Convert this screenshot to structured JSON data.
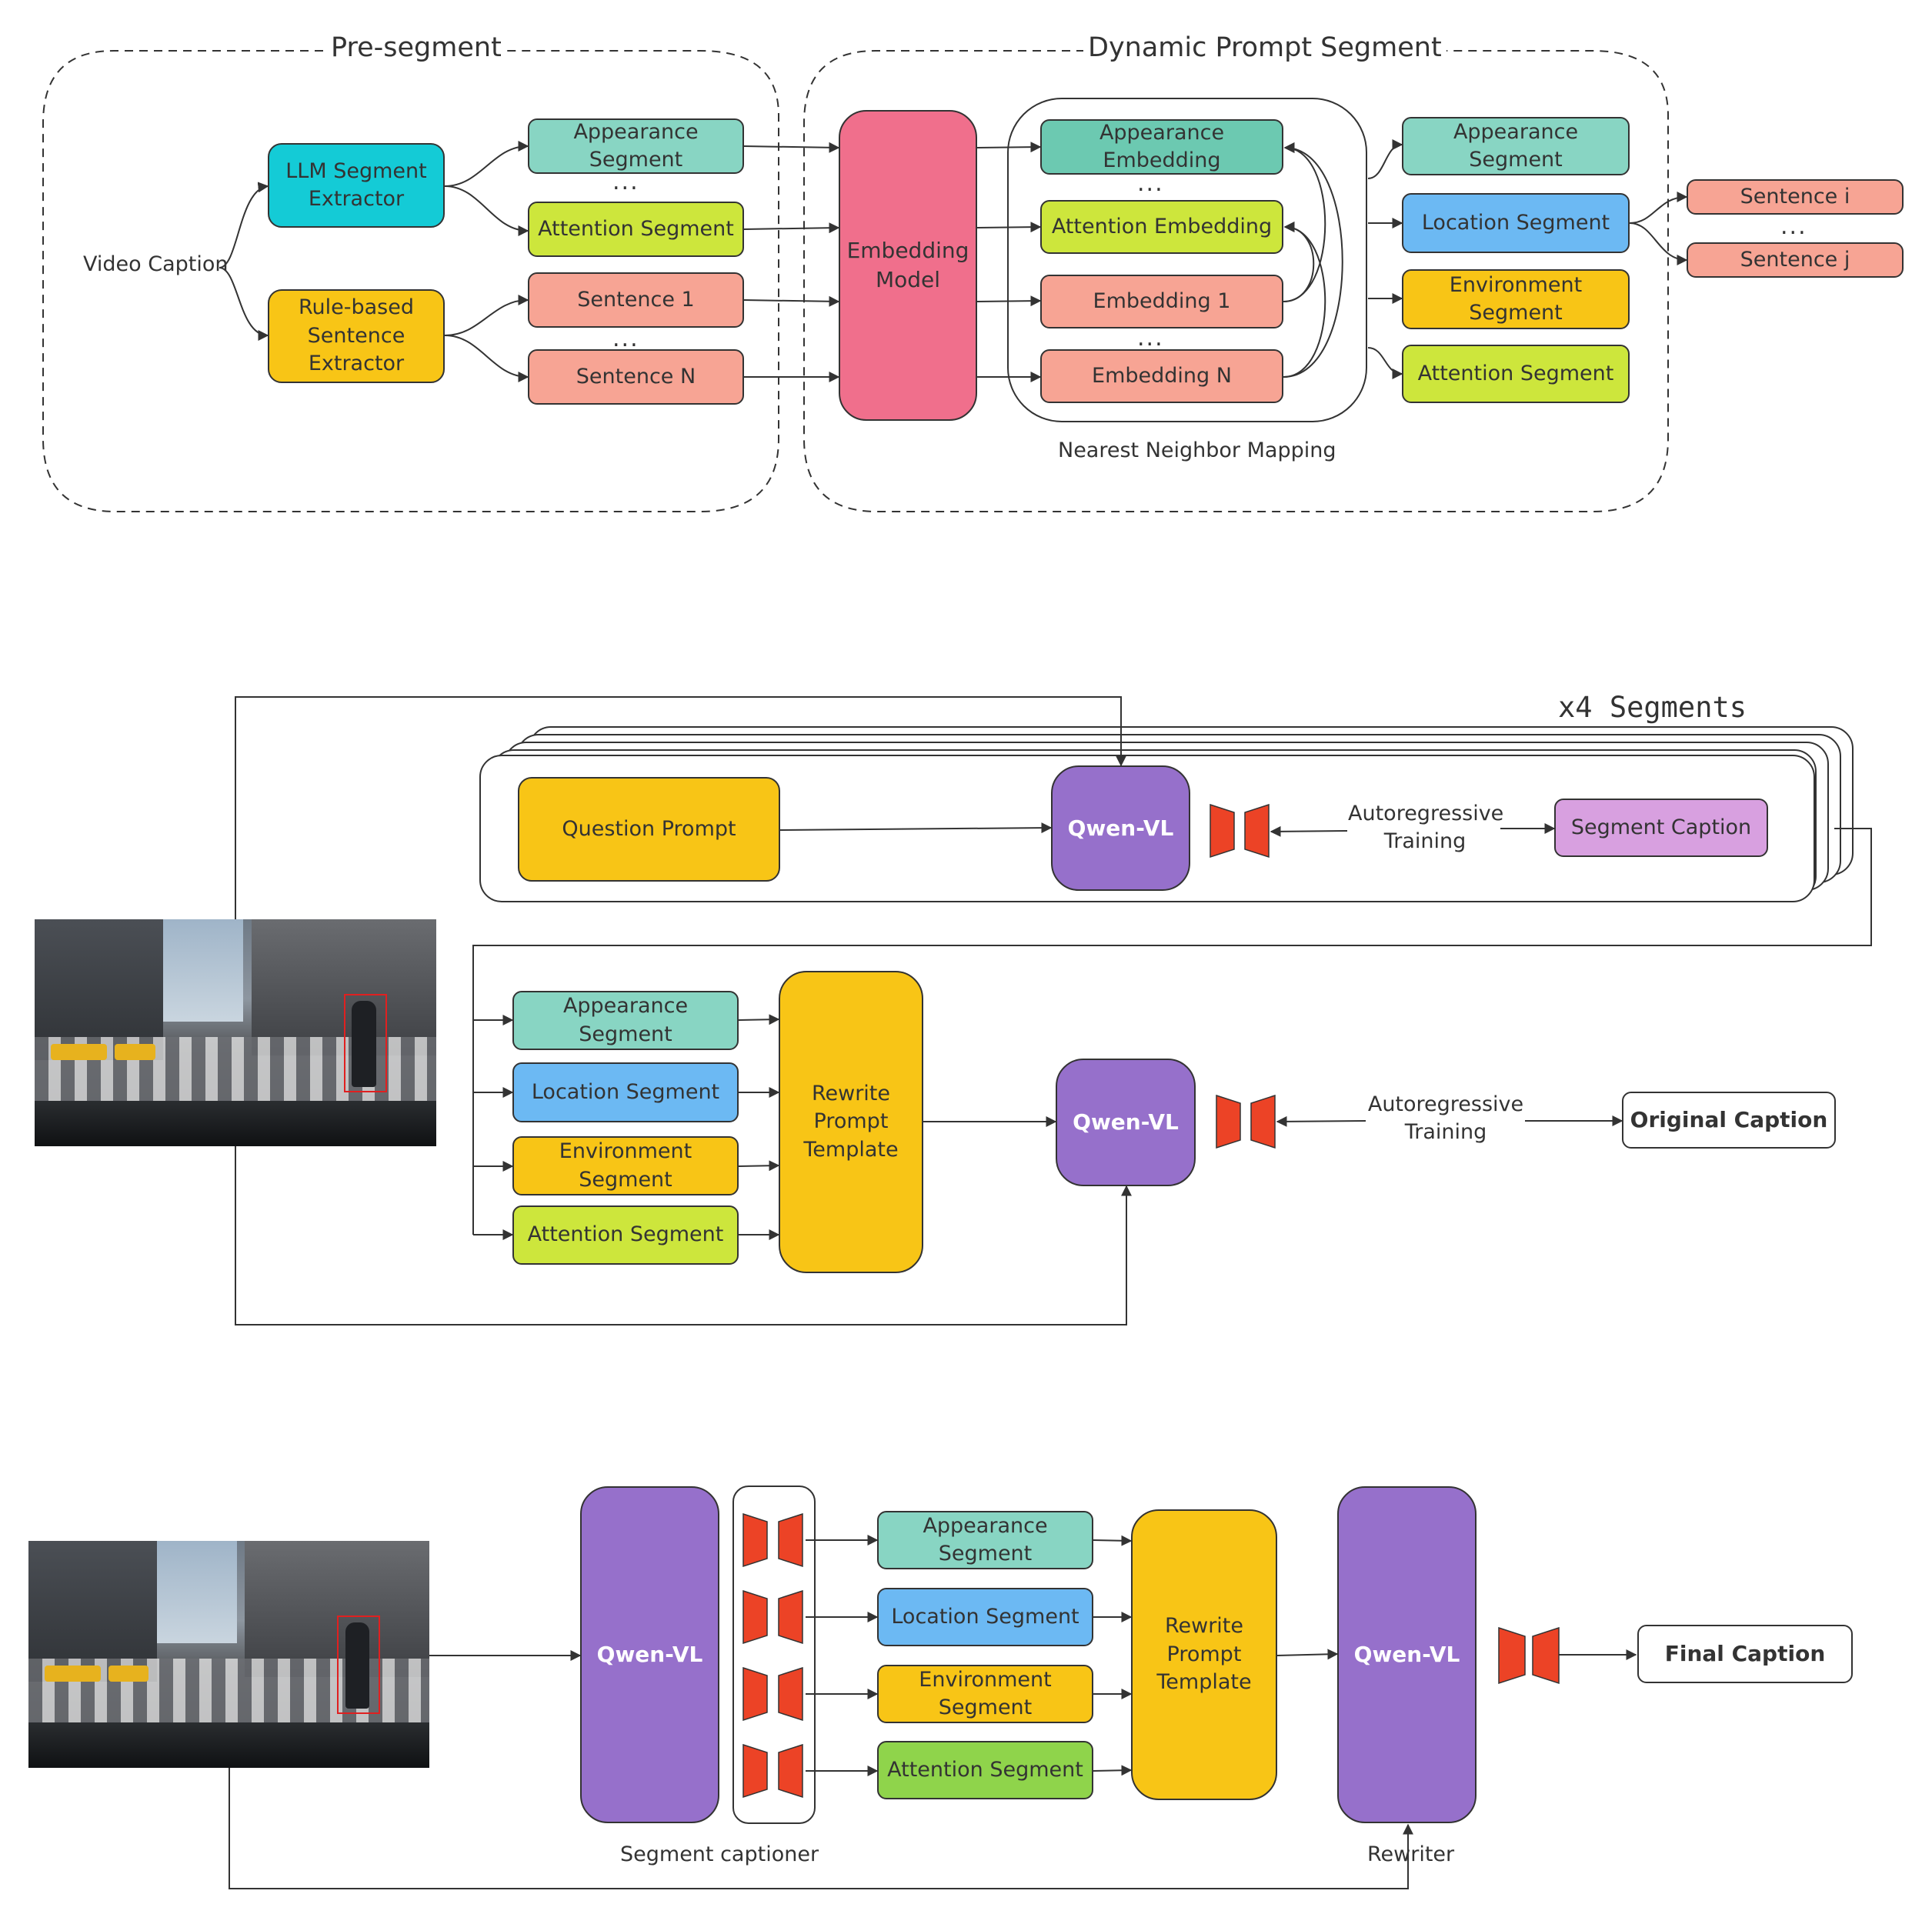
{
  "top": {
    "pre_segment_title": "Pre-segment",
    "dynamic_title": "Dynamic Prompt Segment",
    "video_caption": "Video Caption",
    "llm_extractor": "LLM Segment\nExtractor",
    "rule_extractor": "Rule-based\nSentence\nExtractor",
    "appearance_segment": "Appearance Segment",
    "attention_segment": "Attention Segment",
    "sentence_1": "Sentence 1",
    "sentence_n": "Sentence N",
    "embedding_model": "Embedding\nModel",
    "appearance_embedding": "Appearance Embedding",
    "attention_embedding": "Attention Embedding",
    "embedding_1": "Embedding 1",
    "embedding_n": "Embedding N",
    "nn_mapping": "Nearest Neighbor Mapping",
    "out_appearance": "Appearance Segment",
    "out_location": "Location Segment",
    "out_environment": "Environment Segment",
    "out_attention": "Attention Segment",
    "sentence_i": "Sentence i",
    "sentence_j": "Sentence j",
    "ellipsis": "..."
  },
  "middle": {
    "x4_segments": "x4 Segments",
    "question_prompt": "Question Prompt",
    "qwen_vl_1": "Qwen-VL",
    "autoregressive_1": "Autoregressive\nTraining",
    "segment_caption": "Segment Caption",
    "appearance_segment": "Appearance Segment",
    "location_segment": "Location Segment",
    "environment_segment": "Environment Segment",
    "attention_segment": "Attention Segment",
    "rewrite_template": "Rewrite\nPrompt\nTemplate",
    "qwen_vl_2": "Qwen-VL",
    "autoregressive_2": "Autoregressive\nTraining",
    "original_caption": "Original Caption"
  },
  "bottom": {
    "qwen_vl_1": "Qwen-VL",
    "segment_captioner": "Segment captioner",
    "appearance_segment": "Appearance Segment",
    "location_segment": "Location Segment",
    "environment_segment": "Environment Segment",
    "attention_segment": "Attention Segment",
    "rewrite_template": "Rewrite\nPrompt\nTemplate",
    "qwen_vl_2": "Qwen-VL",
    "rewriter": "Rewriter",
    "final_caption": "Final Caption"
  },
  "colors": {
    "teal": "#88d5c3",
    "teal_dark": "#6cc9b1",
    "lime": "#cde63c",
    "salmon": "#f7a494",
    "pink": "#f06f8c",
    "cyan": "#14cbd6",
    "yellow": "#f8c516",
    "blue": "#6cb9f3",
    "green": "#8fd44b",
    "purple": "#9670cb",
    "lavender": "#d8a0e0",
    "decoder_red": "#ec4326"
  },
  "icons": {
    "decoder": "hourglass-decoder-icon",
    "photo": "street-scene-image"
  }
}
